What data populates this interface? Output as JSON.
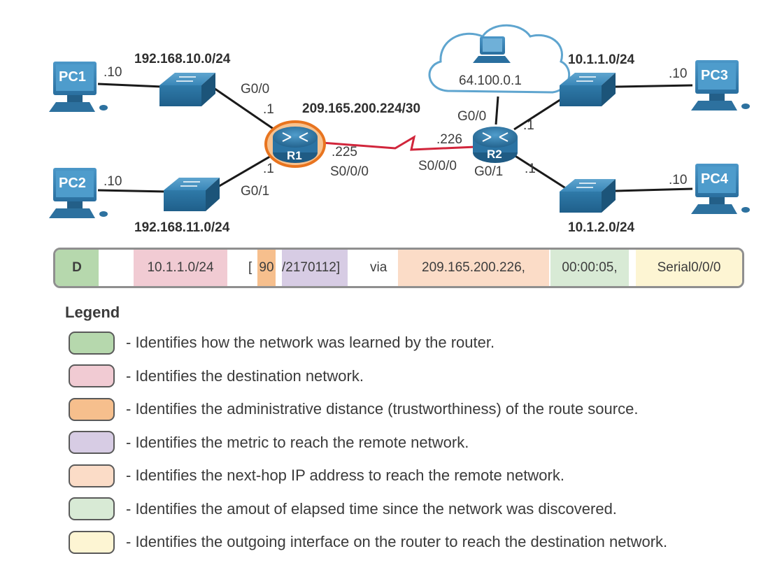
{
  "topology": {
    "pcs": [
      {
        "name": "PC1",
        "host": ".10"
      },
      {
        "name": "PC2",
        "host": ".10"
      },
      {
        "name": "PC3",
        "host": ".10"
      },
      {
        "name": "PC4",
        "host": ".10"
      }
    ],
    "networks": {
      "lan1": "192.168.10.0/24",
      "lan2": "192.168.11.0/24",
      "wan": "209.165.200.224/30",
      "lan3": "10.1.1.0/24",
      "lan4": "10.1.2.0/24",
      "isp": "64.100.0.1"
    },
    "routers": {
      "r1": {
        "name": "R1",
        "g00": "G0/0",
        "g00_host": ".1",
        "g01": "G0/1",
        "g01_host": ".1",
        "s000_host": ".225",
        "s000": "S0/0/0"
      },
      "r2": {
        "name": "R2",
        "g00": "G0/0",
        "g00_host": ".1",
        "g01": "G0/1",
        "g01_host": ".1",
        "s000_host": ".226",
        "s000": "S0/0/0"
      }
    }
  },
  "route_entry": {
    "source": "D",
    "destination": "10.1.1.0/24",
    "open_bracket": "[",
    "admin_distance": "90",
    "metric": "/2170112]",
    "via": "via",
    "next_hop": "209.165.200.226,",
    "elapsed": "00:00:05,",
    "interface": "Serial0/0/0",
    "colors": {
      "source": "#b6d8ad",
      "destination": "#f1cbd3",
      "admin_distance": "#f6bf8d",
      "metric": "#d7cce4",
      "next_hop": "#fbdcc7",
      "elapsed": "#d8ead5",
      "interface": "#fdf5d3"
    }
  },
  "legend": {
    "title": "Legend",
    "items": [
      {
        "color": "#b6d8ad",
        "text": "- Identifies how the network was learned by the router."
      },
      {
        "color": "#f1cbd3",
        "text": "- Identifies the destination network."
      },
      {
        "color": "#f6bf8d",
        "text": "- Identifies the administrative distance (trustworthiness) of the route source."
      },
      {
        "color": "#d7cce4",
        "text": "- Identifies the metric to reach the remote network."
      },
      {
        "color": "#fbdcc7",
        "text": "- Identifies the next-hop IP address to reach the remote network."
      },
      {
        "color": "#d8ead5",
        "text": "- Identifies the amout of elapsed time since the network was discovered."
      },
      {
        "color": "#fdf5d3",
        "text": "- Identifies the outgoing interface on the router to reach the destination network."
      }
    ]
  }
}
